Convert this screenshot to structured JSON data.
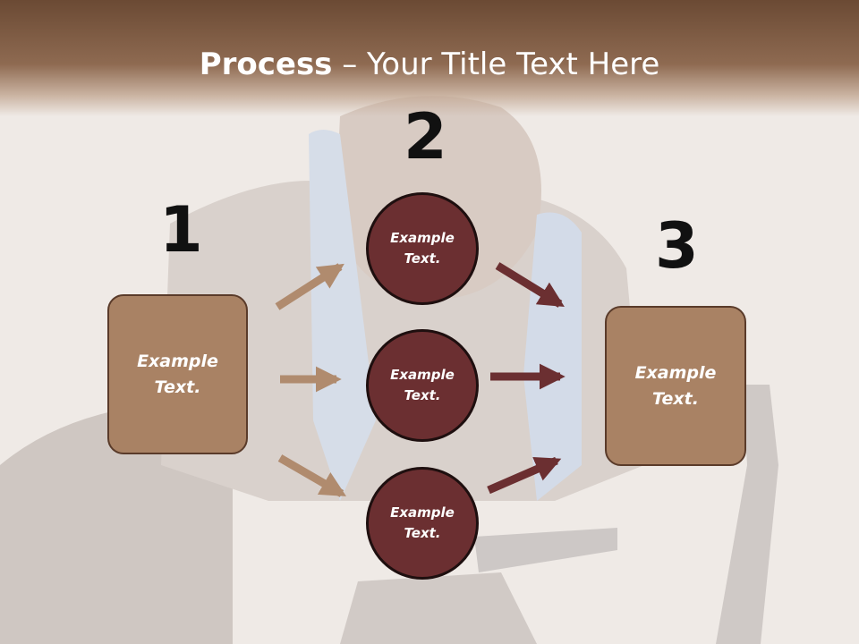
{
  "title": {
    "bold": "Process",
    "rest": " – Your Title Text Here"
  },
  "steps": [
    {
      "number": "1",
      "box": {
        "line1": "Example",
        "line2": "Text."
      }
    },
    {
      "number": "2",
      "circles": [
        {
          "line1": "Example",
          "line2": "Text."
        },
        {
          "line1": "Example",
          "line2": "Text."
        },
        {
          "line1": "Example",
          "line2": "Text."
        }
      ]
    },
    {
      "number": "3",
      "box": {
        "line1": "Example",
        "line2": "Text."
      }
    }
  ],
  "colors": {
    "box_fill": "#a98264",
    "circle_fill": "#6b2f31",
    "arrow_left": "#b08b6e",
    "arrow_right": "#6b2f31",
    "title_band": "#6b4a34"
  }
}
